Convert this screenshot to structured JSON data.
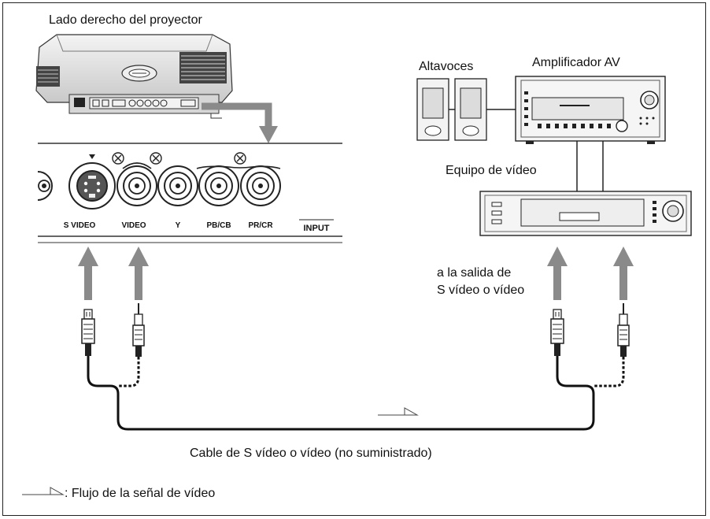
{
  "labels": {
    "projector_side": "Lado derecho del proyector",
    "speakers": "Altavoces",
    "amplifier": "Amplificador AV",
    "video_equipment": "Equipo de vídeo",
    "output_line1": "a la salida de",
    "output_line2": "S vídeo o vídeo",
    "cable": "Cable de S vídeo o vídeo (no suministrado)",
    "legend": ": Flujo de la señal de vídeo"
  },
  "jacks": {
    "s_video": "S VIDEO",
    "video": "VIDEO",
    "y": "Y",
    "pb_cb": "PB/CB",
    "pr_cr": "PR/CR",
    "input": "INPUT"
  }
}
